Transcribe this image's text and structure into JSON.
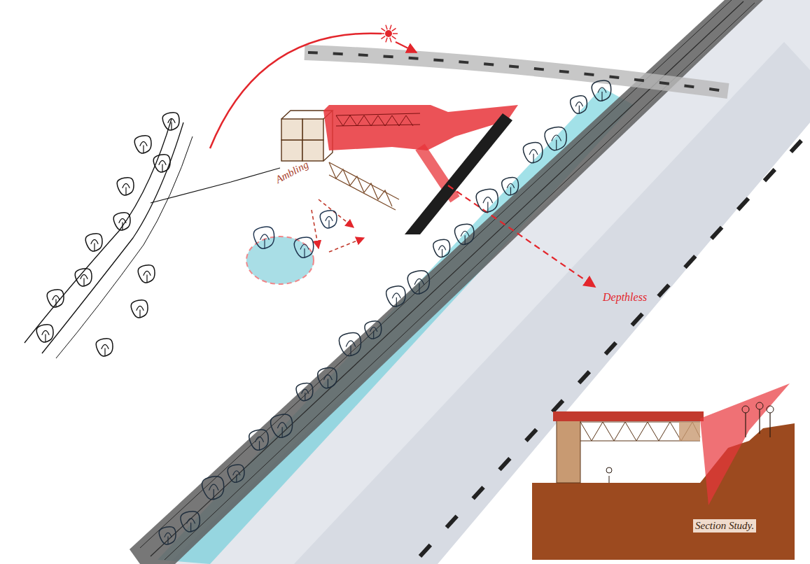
{
  "diagram": {
    "labels": [
      "Ambling",
      "Depthless",
      "Section Study."
    ]
  }
}
